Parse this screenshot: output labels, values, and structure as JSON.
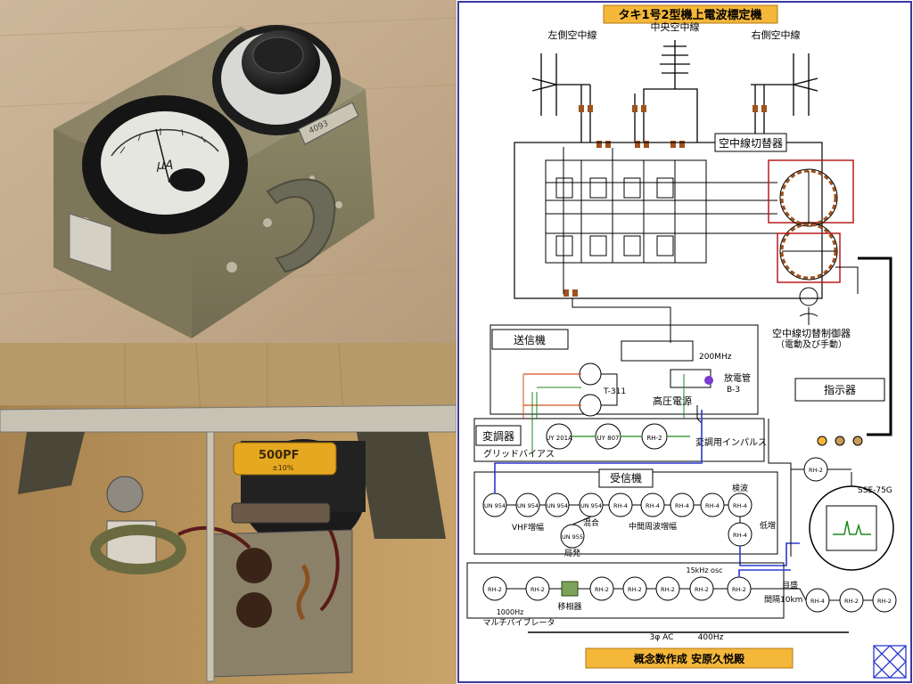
{
  "title": "タキ1号2型機上電波標定機",
  "footer_credit": "概念数作成 安原久悦殿",
  "photo_top": {
    "meter_unit": "μA",
    "plate_text": "4093",
    "handle_label": ""
  },
  "photo_bottom": {
    "capacitor_label": "500PF",
    "capacitor_sub": "±10%"
  },
  "antennas": {
    "left": "左側空中線",
    "center": "中央空中線",
    "right": "右側空中線"
  },
  "sections": {
    "switcher": "空中線切替器",
    "switch_controller": "空中線切替制御器",
    "switch_controller_sub": "（電動及び手動）",
    "transmitter": "送信機",
    "indicator": "指示器",
    "modulator": "変調器",
    "receiver": "受信機"
  },
  "labels": {
    "freq_200": "200MHz",
    "discharge_tube": "放電管",
    "b3": "B-3",
    "t311": "T-311",
    "hv_supply": "高圧電源",
    "mod_pulse": "変調用インパルス",
    "grid_bias": "グリッドバイアス",
    "vhf_amp": "VHF増幅",
    "mix": "混合",
    "if_amp": "中間周波増幅",
    "local_osc": "局発",
    "detect": "検波",
    "low_amp": "低増",
    "phase_shifter": "移相器",
    "osc_15k": "15kHz osc",
    "scale": "目盛",
    "interval": "間隔10km",
    "multivibrator": "マルチバイブレータ",
    "hz1000": "1000Hz",
    "power": "3φ AC",
    "hz400": "400Hz",
    "crt": "SSE-75G"
  },
  "tubes": {
    "uy201a": "UY 201A",
    "uy807": "UY 807",
    "rh2": "RH-2",
    "rh4": "RH-4",
    "un954": "UN 954",
    "un955": "UN 955"
  }
}
